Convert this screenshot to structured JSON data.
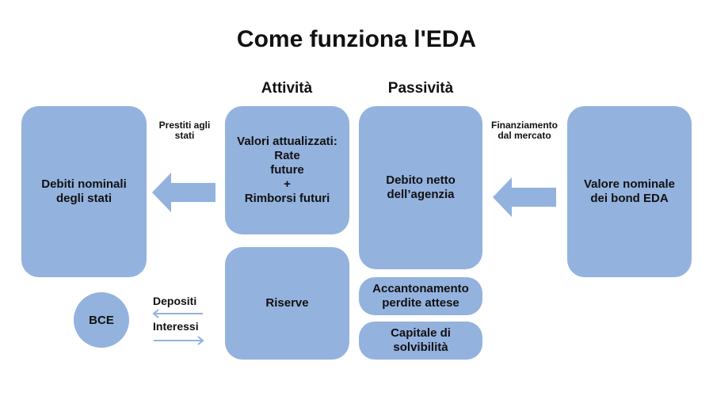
{
  "title": "Come funziona l'EDA",
  "columns": {
    "assets": "Attività",
    "liabilities": "Passività"
  },
  "boxes": {
    "state_debts": [
      "Debiti nominali",
      "degli stati"
    ],
    "present_values": [
      "Valori attualizzati:",
      "Rate",
      "future",
      "+",
      "Rimborsi futuri"
    ],
    "reserves": [
      "Riserve"
    ],
    "agency_debt": [
      "Debito netto",
      "dell’agenzia"
    ],
    "expected_losses": [
      "Accantonamento",
      "perdite attese"
    ],
    "solvency_capital": [
      "Capitale di",
      "solvibilità"
    ],
    "eda_bonds": [
      "Valore nominale",
      "dei bond EDA"
    ],
    "ecb": "BCE"
  },
  "labels": {
    "state_loans": [
      "Prestiti agli",
      "stati"
    ],
    "market_funding": [
      "Finanziamento",
      "dal mercato"
    ],
    "deposits": "Depositi",
    "interests": "Interessi"
  },
  "colors": {
    "box_fill": "#93b2de",
    "text": "#111111",
    "background": "#ffffff"
  }
}
